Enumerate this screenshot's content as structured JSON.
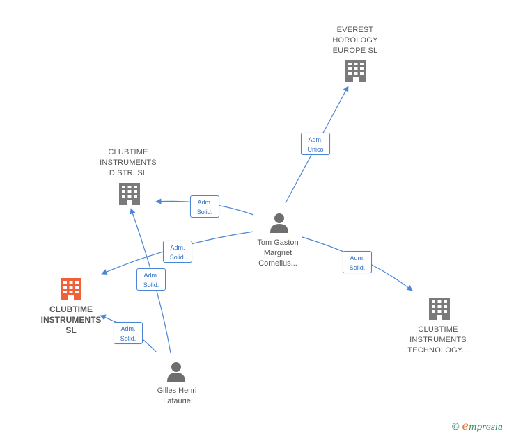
{
  "colors": {
    "edge": "#4a86d6",
    "company": "#7a7a7a",
    "main_company": "#f0613a",
    "person": "#6e6e6e"
  },
  "nodes": {
    "everest": {
      "label": "EVEREST\nHOROLOGY\nEUROPE  SL",
      "icon": "building-icon"
    },
    "distr": {
      "label": "CLUBTIME\nINSTRUMENTS\nDISTR.   SL",
      "icon": "building-icon"
    },
    "main": {
      "label": "CLUBTIME\nINSTRUMENTS\nSL",
      "icon": "building-icon"
    },
    "technology": {
      "label": "CLUBTIME\nINSTRUMENTS\nTECHNOLOGY...",
      "icon": "building-icon"
    },
    "tom": {
      "label": "Tom Gaston\nMargriet\nCornelius...",
      "icon": "person-icon"
    },
    "gilles": {
      "label": "Gilles Henri\nLafaurie",
      "icon": "person-icon"
    }
  },
  "edges": {
    "tom_everest": {
      "line1": "Adm.",
      "line2": "Unico"
    },
    "tom_distr": {
      "line1": "Adm.",
      "line2": "Solid."
    },
    "tom_main": {
      "line1": "Adm.",
      "line2": "Solid."
    },
    "tom_technology": {
      "line1": "Adm.",
      "line2": "Solid."
    },
    "gilles_distr": {
      "line1": "Adm.",
      "line2": "Solid."
    },
    "gilles_main": {
      "line1": "Adm.",
      "line2": "Solid."
    }
  },
  "footer": {
    "copyright": "©",
    "brand_initial": "e",
    "brand_rest": "mpresia"
  }
}
